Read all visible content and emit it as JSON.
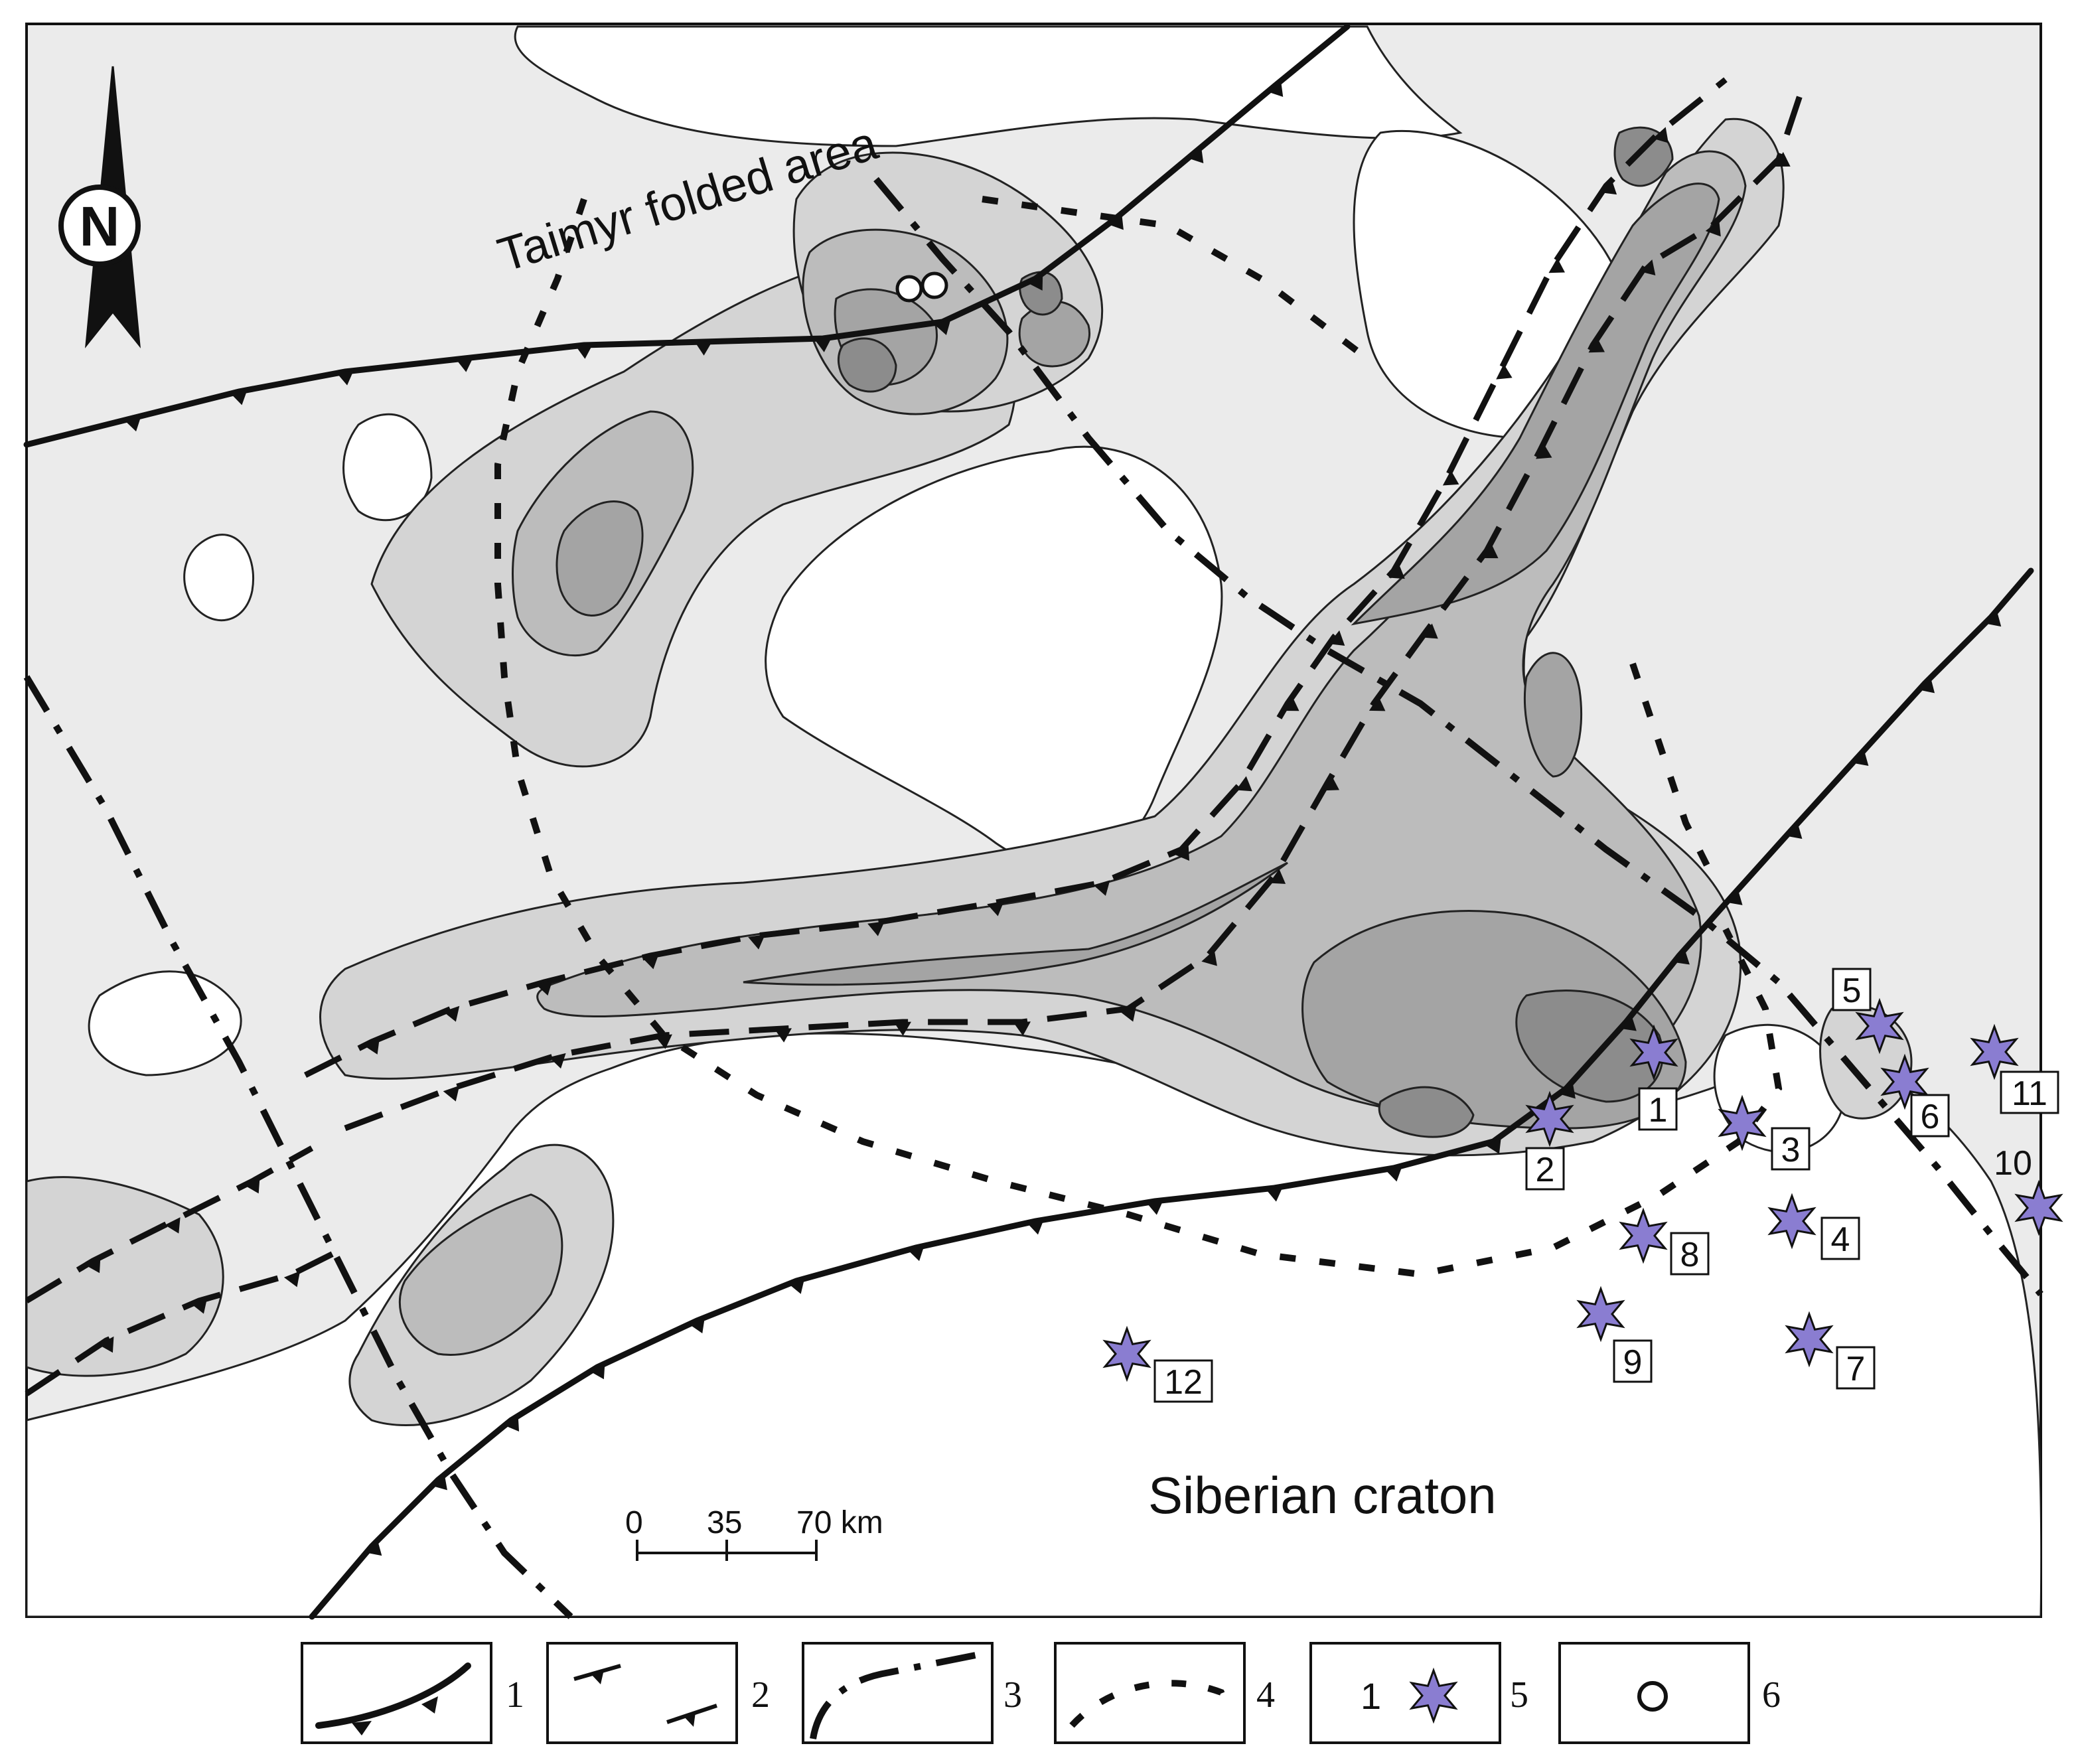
{
  "map": {
    "region_labels": {
      "taimyr": "Taimyr folded area",
      "siberian": "Siberian craton"
    },
    "north_arrow": {
      "letter": "N"
    },
    "scale_bar": {
      "ticks": [
        "0",
        "35",
        "70 km"
      ]
    },
    "colors": {
      "background": "#ffffff",
      "level1": "#ebebeb",
      "level2": "#d4d4d4",
      "level3": "#bcbcbc",
      "level4": "#a4a4a4",
      "level5": "#8c8c8c",
      "star": "#8a7dd1",
      "line": "#111111"
    },
    "stars": [
      {
        "id": "1",
        "label": "1",
        "boxed": true
      },
      {
        "id": "2",
        "label": "2",
        "boxed": true
      },
      {
        "id": "3",
        "label": "3",
        "boxed": true
      },
      {
        "id": "4",
        "label": "4",
        "boxed": true
      },
      {
        "id": "5",
        "label": "5",
        "boxed": true
      },
      {
        "id": "6",
        "label": "6",
        "boxed": true
      },
      {
        "id": "7",
        "label": "7",
        "boxed": true
      },
      {
        "id": "8",
        "label": "8",
        "boxed": true
      },
      {
        "id": "9",
        "label": "9",
        "boxed": true
      },
      {
        "id": "10",
        "label": "10",
        "boxed": false
      },
      {
        "id": "11",
        "label": "11",
        "boxed": true
      },
      {
        "id": "12",
        "label": "12",
        "boxed": true
      }
    ]
  },
  "legend": {
    "items": [
      {
        "number": "1",
        "icon": "thrust-fault-solid"
      },
      {
        "number": "2",
        "icon": "thrust-fault-ticks"
      },
      {
        "number": "3",
        "icon": "dash-dot-line"
      },
      {
        "number": "4",
        "icon": "dotted-line"
      },
      {
        "number": "5",
        "icon": "star-symbol",
        "sample": "1"
      },
      {
        "number": "6",
        "icon": "open-circle"
      }
    ]
  }
}
